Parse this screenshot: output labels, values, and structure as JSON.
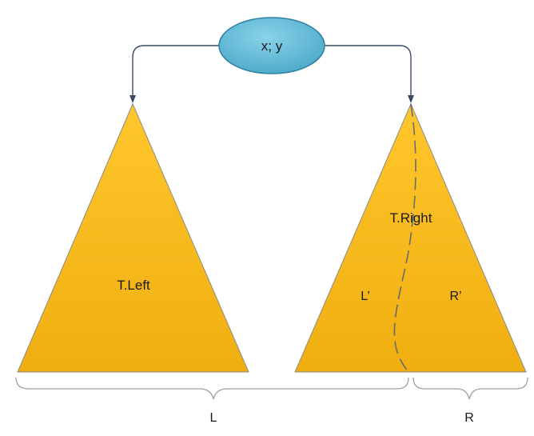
{
  "root_node": {
    "label": "x; y"
  },
  "left_subtree": {
    "label": "T.Left"
  },
  "right_subtree": {
    "label": "T.Right",
    "left_part_label": "L’",
    "right_part_label": "R’"
  },
  "braces": {
    "left_label": "L",
    "right_label": "R"
  },
  "colors": {
    "triangle_fill_top": "#FFC72C",
    "triangle_fill_bottom": "#F0AE10",
    "triangle_stroke": "#8A8A8A",
    "node_fill": "#5BB9D6",
    "node_stroke": "#2F7FA0",
    "arrow_color": "#3A4A63",
    "dashed_line": "#6B6B6B",
    "brace_color": "#A0A0A0"
  }
}
